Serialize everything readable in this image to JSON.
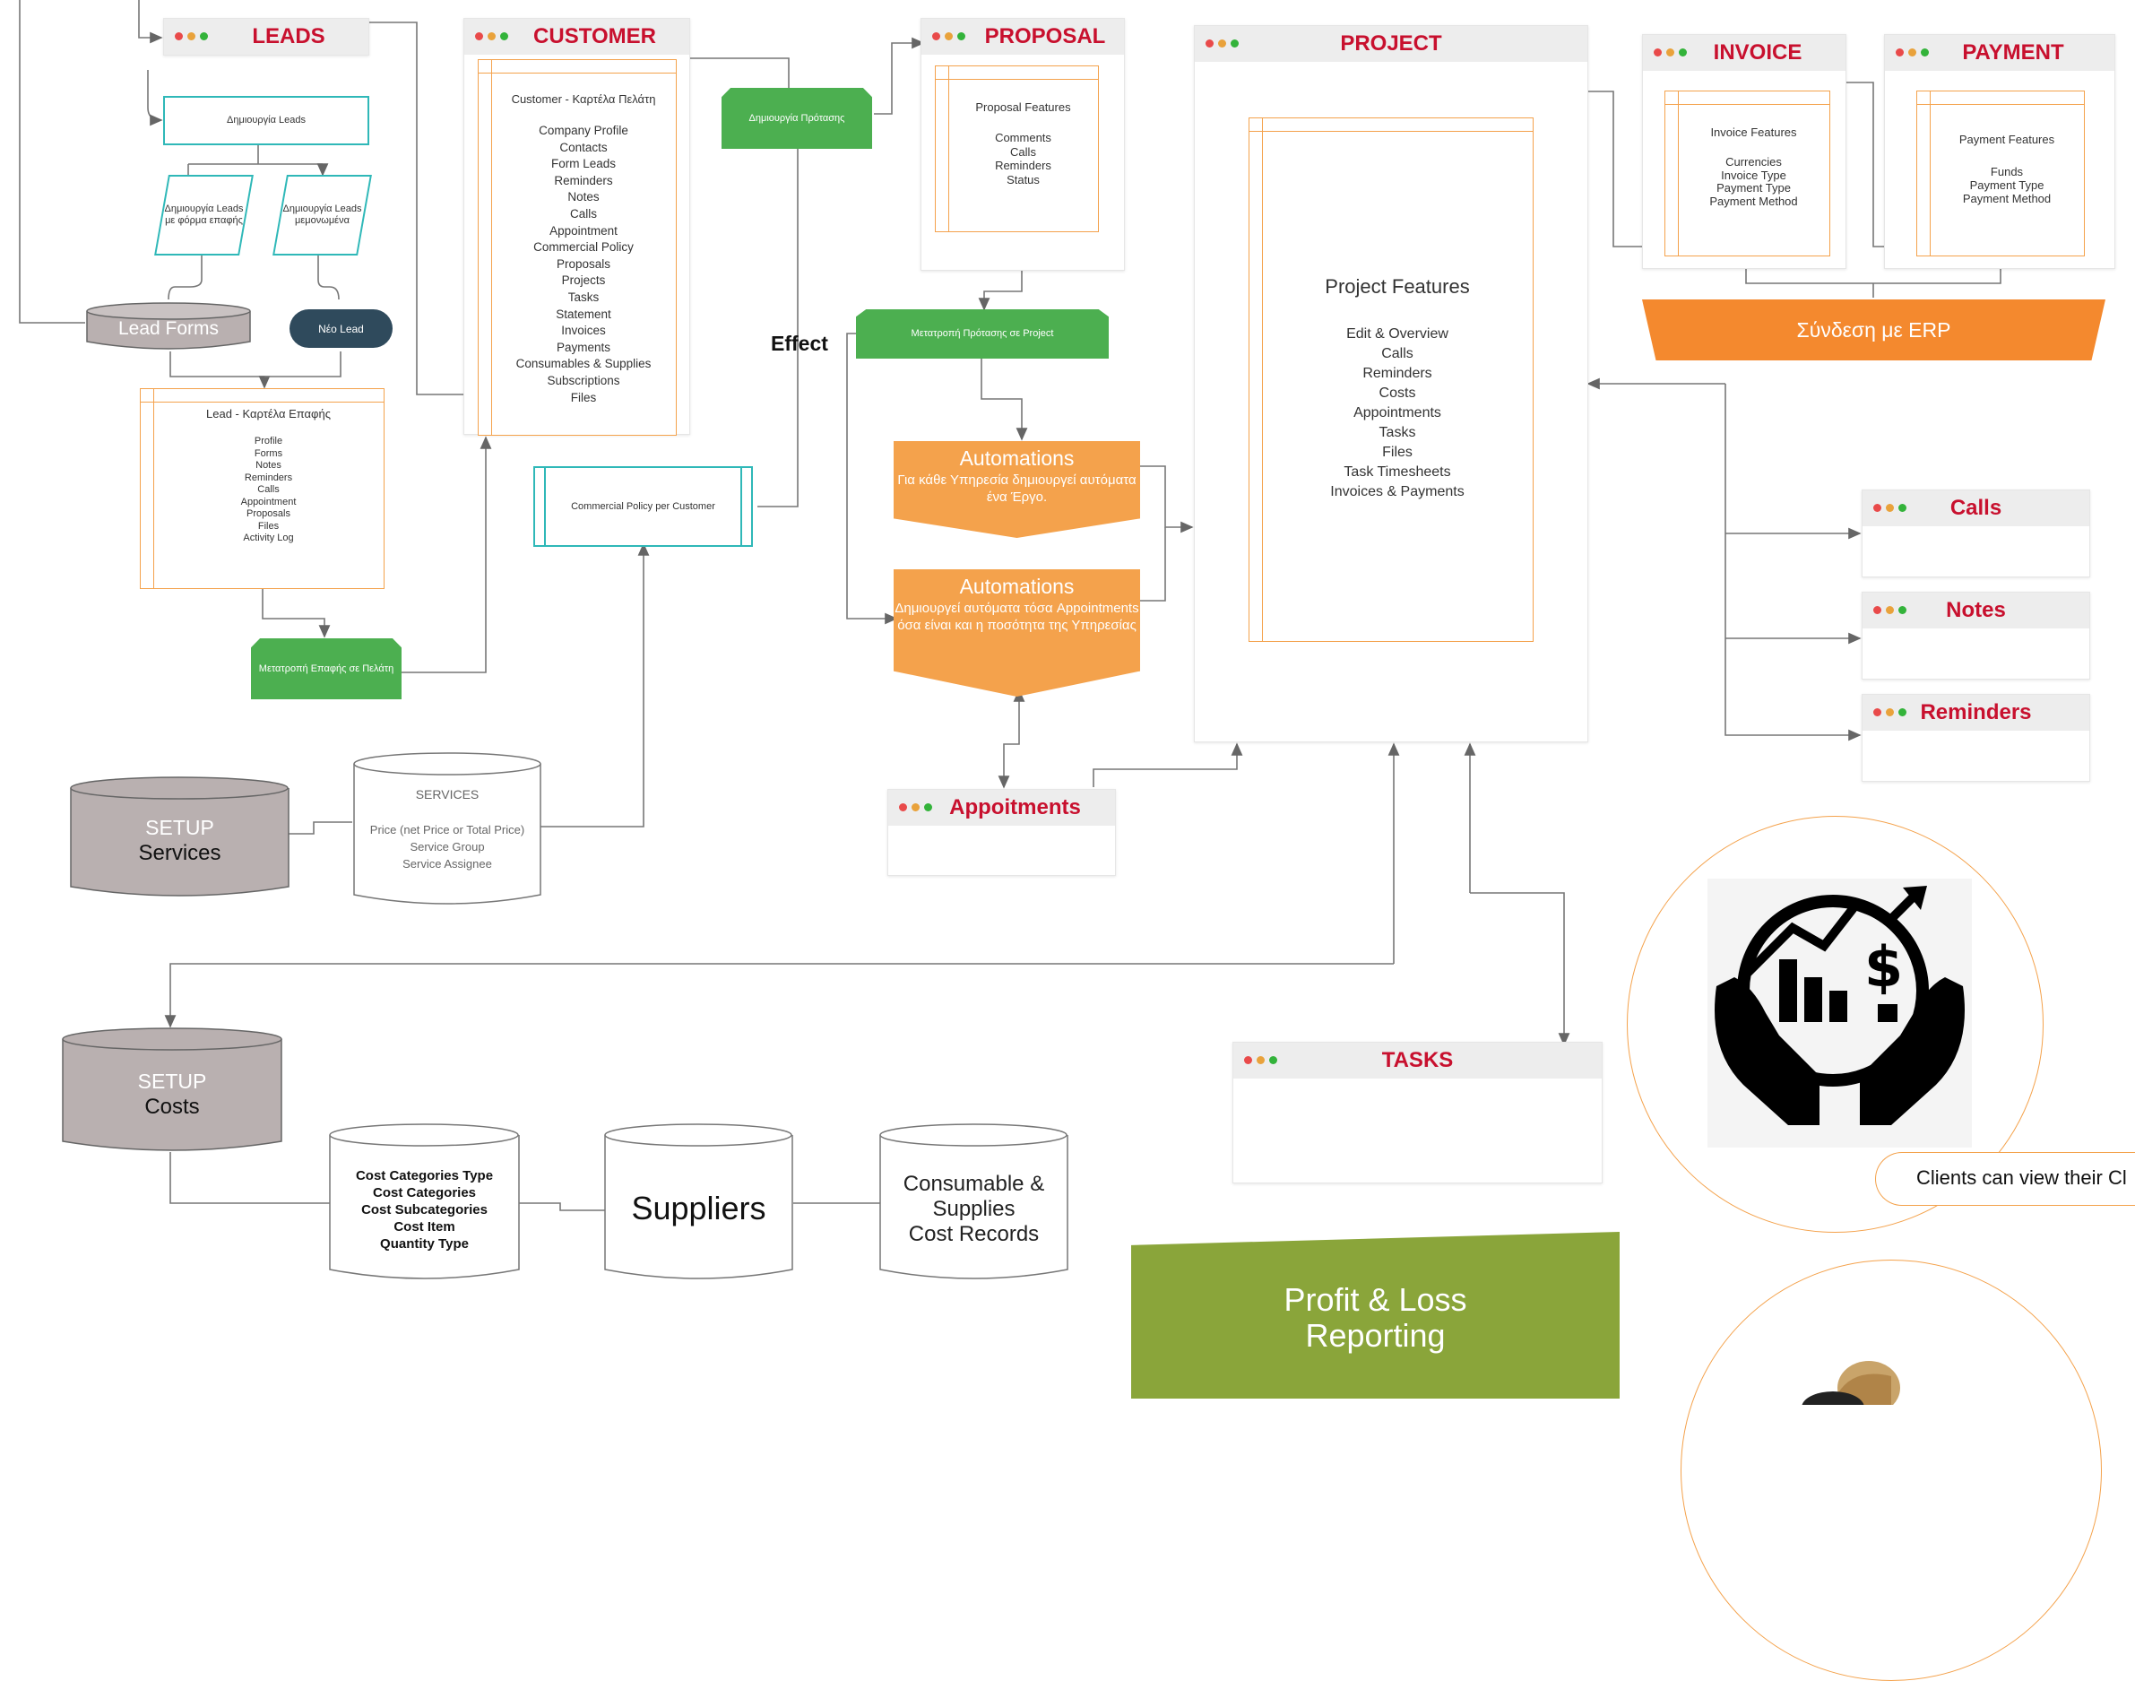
{
  "leads": {
    "title": "LEADS",
    "create_box": "Δημιουργία Leads",
    "para_left": "Δημιουργία Leads με φόρμα επαφής",
    "para_right": "Δημιουργία Leads μεμονωμένα",
    "lead_forms": "Lead Forms",
    "new_lead": "Νέο Lead",
    "card_title": "Lead - Καρτέλα Επαφής",
    "card_items": [
      "Profile",
      "Forms",
      "Notes",
      "Reminders",
      "Calls",
      "Appointment",
      "Proposals",
      "Files",
      "Activity Log"
    ],
    "convert_button": "Μετατροπή Επαφής σε Πελάτη"
  },
  "customer": {
    "title": "CUSTOMER",
    "card_title": "Customer - Καρτέλα Πελάτη",
    "items": [
      "Company Profile",
      "Contacts",
      "Form Leads",
      "Reminders",
      "Notes",
      "Calls",
      "Appointment",
      "Commercial Policy",
      "Proposals",
      "Projects",
      "Tasks",
      "Statement",
      "Invoices",
      "Payments",
      "Consumables & Supplies",
      "Subscriptions",
      "Files"
    ],
    "commercial_policy_box": "Commercial Policy per Customer"
  },
  "proposal": {
    "title": "PROPOSAL",
    "create_button": "Δημιουργία Πρότασης",
    "card_title": "Proposal Features",
    "items": [
      "Comments",
      "Calls",
      "Reminders",
      "Status"
    ],
    "convert_button": "Μετατροπή Πρότασης σε Project"
  },
  "effect_label": "Effect",
  "automations": [
    {
      "title": "Automations",
      "text": "Για κάθε Υπηρεσία δημιουργεί αυτόματα ένα Έργο."
    },
    {
      "title": "Automations",
      "text": "Δημιουργεί αυτόματα τόσα Appointments όσα είναι και η ποσότητα της Υπηρεσίας"
    }
  ],
  "appointments": {
    "title": "Appoitments"
  },
  "project": {
    "title": "PROJECT",
    "features_title": "Project Features",
    "features": [
      "Edit & Overview",
      "Calls",
      "Reminders",
      "Costs",
      "Appointments",
      "Tasks",
      "Files",
      "Task Timesheets",
      "Invoices & Payments"
    ]
  },
  "invoice": {
    "title": "INVOICE",
    "card_title": "Invoice Features",
    "items": [
      "Currencies",
      "Invoice Type",
      "Payment Type",
      "Payment Method"
    ]
  },
  "payment": {
    "title": "PAYMENT",
    "card_title": "Payment Features",
    "items": [
      "Funds",
      "Payment Type",
      "Payment Method"
    ]
  },
  "erp_banner": "Σύνδεση με ERP",
  "side_windows": [
    "Calls",
    "Notes",
    "Reminders"
  ],
  "setup_services": {
    "line1": "SETUP",
    "line2": "Services"
  },
  "services_db": {
    "title": "SERVICES",
    "items": [
      "Price (net Price or Total Price)",
      "Service Group",
      "Service Assignee"
    ]
  },
  "setup_costs": {
    "line1": "SETUP",
    "line2": "Costs"
  },
  "cost_db": {
    "items": [
      "Cost Categories Type",
      "Cost Categories",
      "Cost Subcategories",
      "Cost Item",
      "Quantity Type"
    ]
  },
  "suppliers": "Suppliers",
  "consumables_db": {
    "items": [
      "Consumable &",
      "Supplies",
      "Cost Records"
    ]
  },
  "tasks": {
    "title": "TASKS"
  },
  "profit_loss": {
    "line1": "Profit & Loss",
    "line2": "Reporting"
  },
  "client_bubble": "Clients can view their Cl",
  "icons": {
    "finance": "hands-holding-chart-dollar-icon",
    "person": "person-avatar-icon"
  },
  "colors": {
    "title_red": "#c8102e",
    "orange": "#f4a24c",
    "green": "#4caf50",
    "teal": "#2fb8b8",
    "olive": "#8aa53a",
    "erp_orange": "#f4892e",
    "db_gray": "#b9b0b0",
    "new_lead_navy": "#2f4a5c"
  }
}
